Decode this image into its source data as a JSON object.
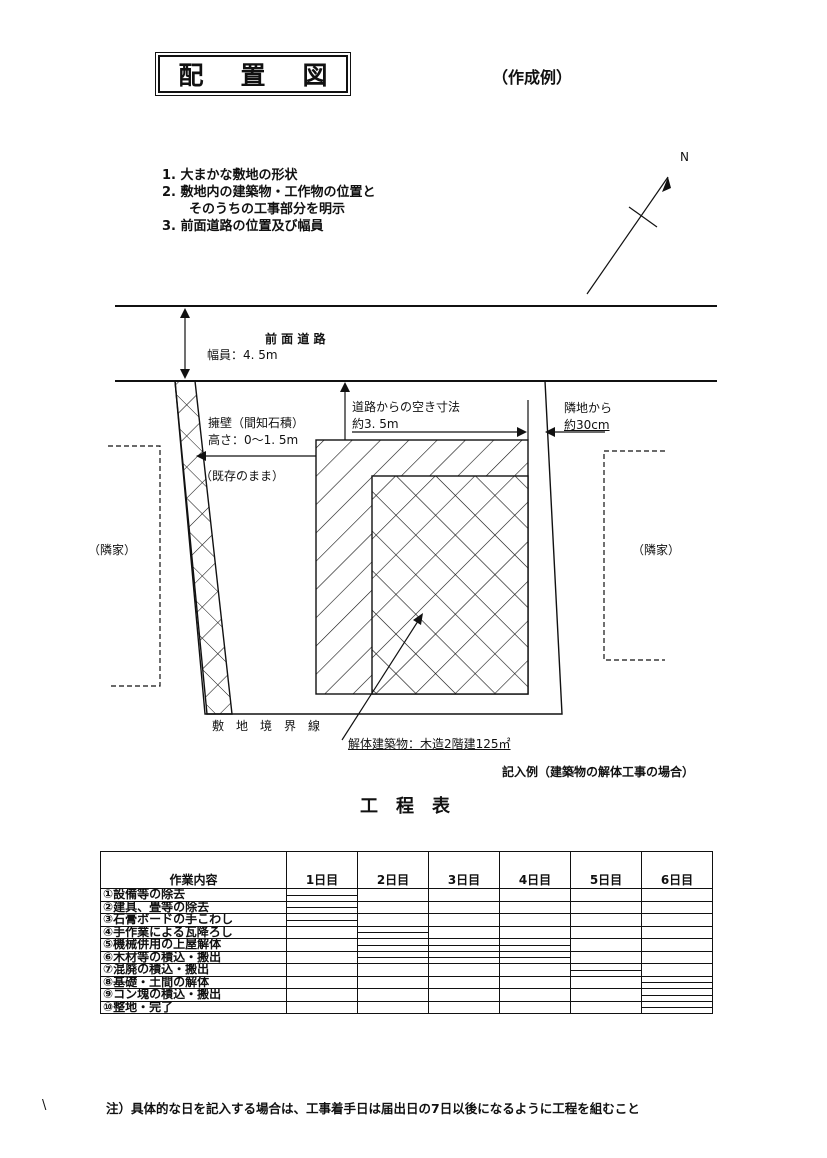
{
  "title": {
    "chars": [
      "配",
      "置",
      "図"
    ],
    "subtitle": "（作成例）"
  },
  "notes": [
    "1. 大まかな敷地の形状",
    "2. 敷地内の建築物・工作物の位置と",
    "　そのうちの工事部分を明示",
    "3. 前面道路の位置及び幅員"
  ],
  "north_label": "N",
  "road": {
    "name": "前 面 道 路",
    "width": "幅員：4. 5m"
  },
  "setback": {
    "label": "道路からの空き寸法",
    "value": "約3. 5m"
  },
  "neighbor_gap": {
    "label": "隣地から",
    "value": "約30cm"
  },
  "retaining_wall": {
    "line1": "擁壁（間知石積）",
    "line2": "高さ：0～1. 5m",
    "line3": "（既存のまま）"
  },
  "neighbor_left": "（隣家）",
  "neighbor_right": "（隣家）",
  "boundary_label": "敷　地　境　界　線",
  "building_label": "解体建築物：木造2階建125㎡",
  "example_caption": "記入例（建築物の解体工事の場合）",
  "schedule_title": "工　程　表",
  "schedule": {
    "header_task": "作業内容",
    "days": [
      "1日目",
      "2日目",
      "3日目",
      "4日目",
      "5日目",
      "6日目"
    ],
    "tasks": [
      {
        "label": "①設備等の除去",
        "bars": [
          1
        ]
      },
      {
        "label": "②建具、畳等の除去",
        "bars": [
          1
        ]
      },
      {
        "label": "③石膏ボードの手こわし",
        "bars": [
          1
        ]
      },
      {
        "label": "④手作業による瓦降ろし",
        "bars": [
          2
        ]
      },
      {
        "label": "⑤機械併用の上屋解体",
        "bars": [
          2,
          3,
          4
        ]
      },
      {
        "label": "⑥木材等の積込・搬出",
        "bars": [
          2,
          3,
          4
        ]
      },
      {
        "label": "⑦混廃の積込・搬出",
        "bars": [
          5
        ]
      },
      {
        "label": "⑧基礎・土間の解体",
        "bars": [
          6
        ]
      },
      {
        "label": "⑨コン塊の積込・搬出",
        "bars": [
          6
        ]
      },
      {
        "label": "⑩整地・完了",
        "bars": [
          6
        ]
      }
    ]
  },
  "footer_note": "注）具体的な日を記入する場合は、工事着手日は届出日の7日以後になるように工程を組むこと"
}
